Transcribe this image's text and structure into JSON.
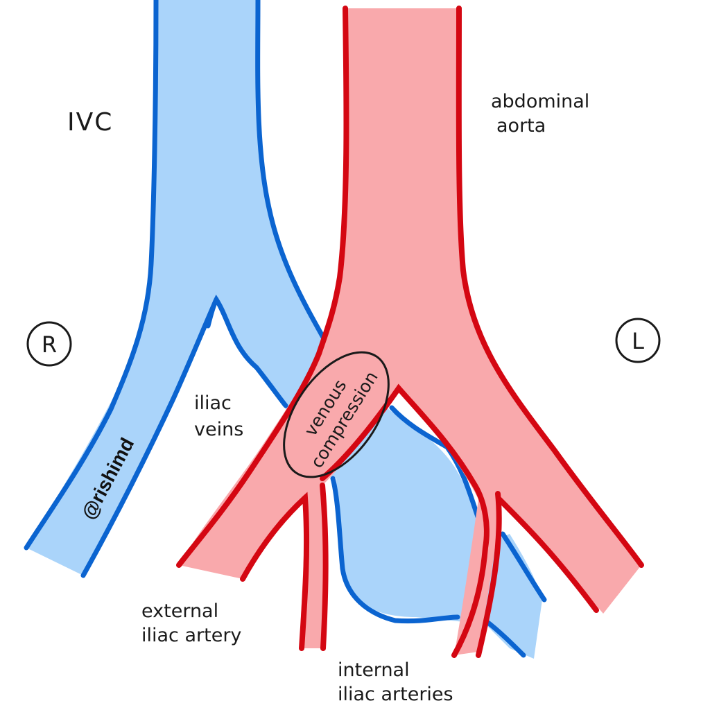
{
  "diagram": {
    "title": "May-Thurner (iliac vein compression) anatomy",
    "colors": {
      "vein_fill": "#aad4fa",
      "vein_outline": "#0b64d0",
      "artery_fill": "#f9a9ac",
      "artery_outline": "#d40712",
      "ink": "#1a1a1a"
    },
    "labels": {
      "ivc": "IVC",
      "aorta_line1": "abdominal",
      "aorta_line2": "aorta",
      "right_marker": "R",
      "left_marker": "L",
      "iliac_veins_line1": "iliac",
      "iliac_veins_line2": "veins",
      "compression_line1": "venous",
      "compression_line2": "compression",
      "external_line1": "external",
      "external_line2": "iliac artery",
      "internal_line1": "internal",
      "internal_line2": "iliac arteries",
      "watermark": "@rishimd"
    }
  }
}
